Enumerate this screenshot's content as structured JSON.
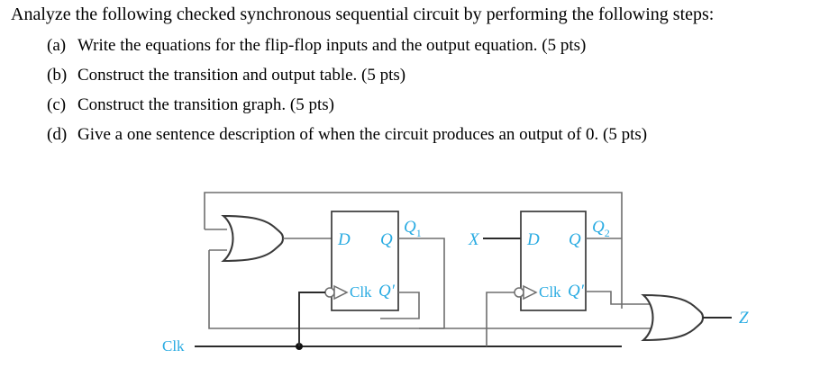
{
  "prompt": {
    "lead": "Analyze the following checked synchronous sequential circuit by performing the following steps:",
    "steps": [
      {
        "tag": "(a)",
        "text": "Write the equations for the flip-flop inputs and the output equation. (5 pts)"
      },
      {
        "tag": "(b)",
        "text": "Construct the transition and output table. (5 pts)"
      },
      {
        "tag": "(c)",
        "text": "Construct the transition graph. (5 pts)"
      },
      {
        "tag": "(d)",
        "text": "Give a one sentence description of when the circuit produces an output of  0. (5 pts)"
      }
    ]
  },
  "circuit": {
    "title": "synchronous sequential circuit",
    "label_color": "#29ABE2",
    "wire_color": "#6e6e6e",
    "signals": {
      "clk": "Clk",
      "x": "X",
      "z": "Z",
      "q1": "Q",
      "q1_sub": "1",
      "q2": "Q",
      "q2_sub": "2"
    },
    "flipflops": [
      {
        "name": "flip-flop-1",
        "d": "D",
        "q": "Q",
        "qbar": "Q′",
        "clk": "Clk"
      },
      {
        "name": "flip-flop-2",
        "d": "D",
        "q": "Q",
        "qbar": "Q′",
        "clk": "Clk"
      }
    ],
    "gates": [
      {
        "name": "or-gate-input",
        "type": "OR",
        "inputs": 2
      },
      {
        "name": "or-gate-output",
        "type": "OR",
        "inputs": 2
      }
    ]
  }
}
